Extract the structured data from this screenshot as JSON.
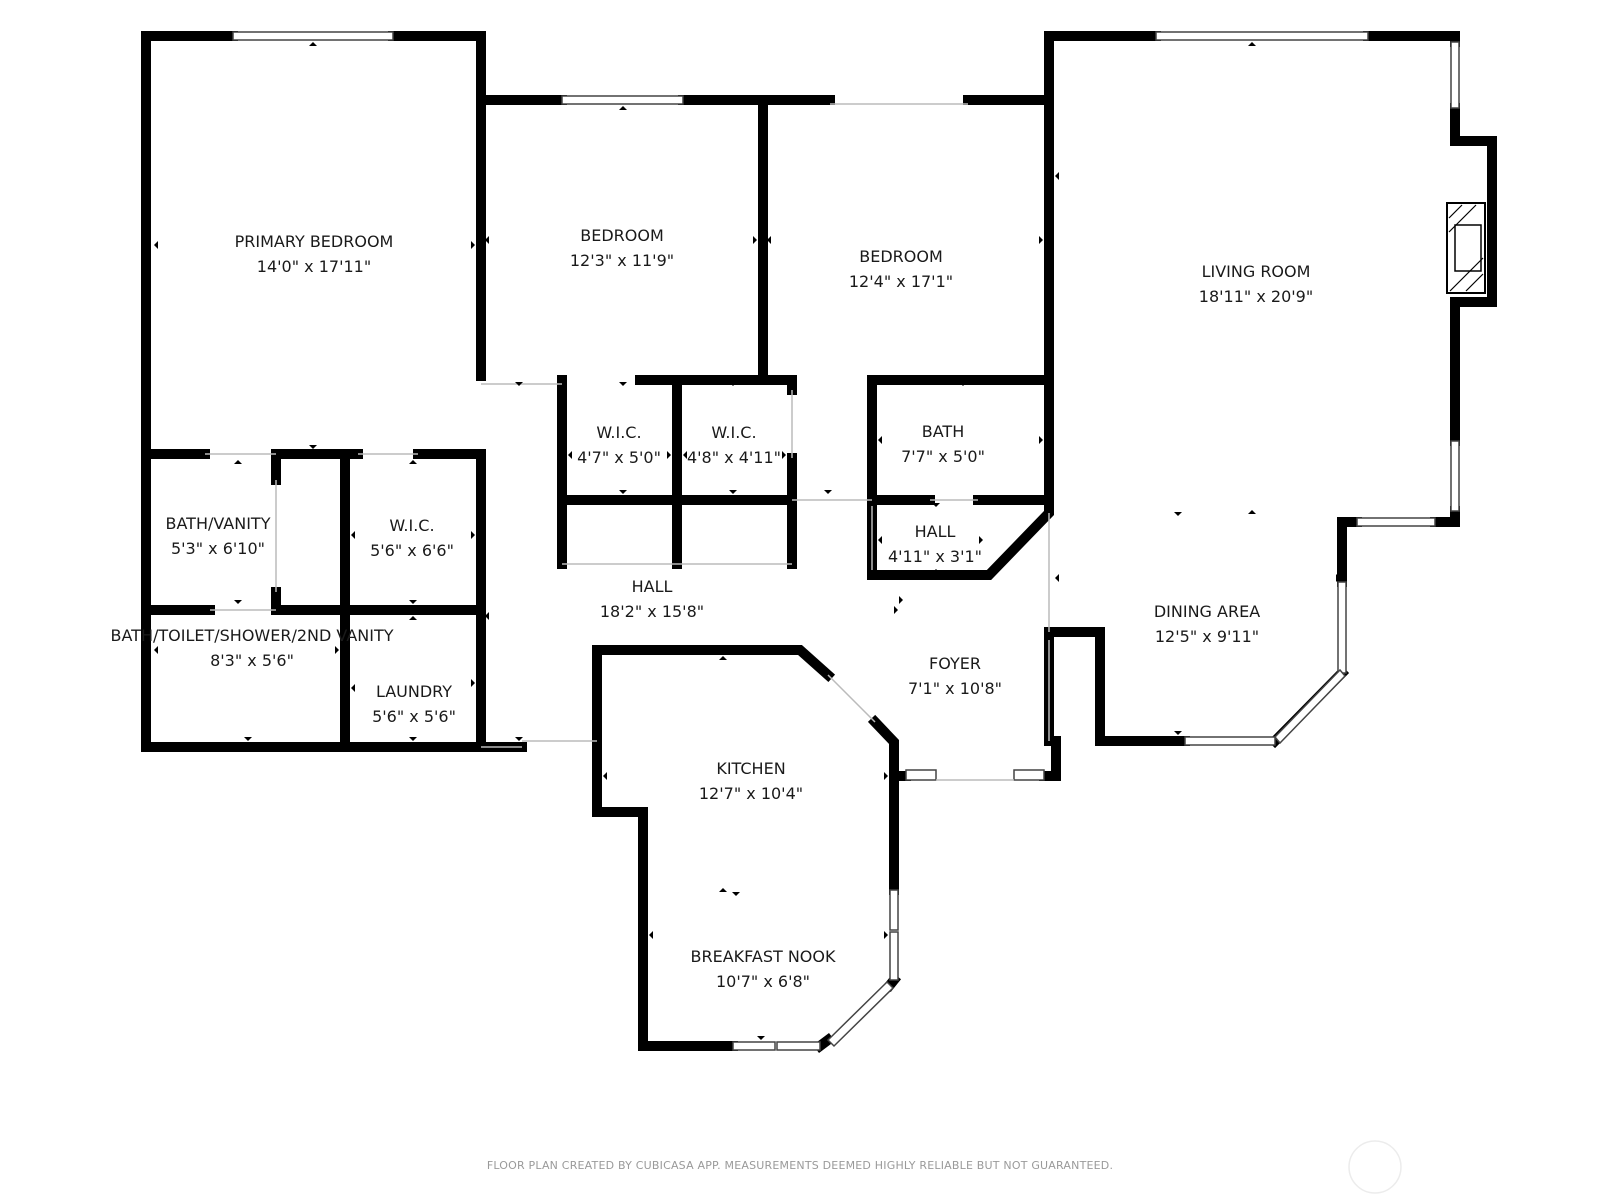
{
  "rooms": {
    "primary_bedroom": {
      "name": "PRIMARY BEDROOM",
      "dims": "14'0\" x 17'11\""
    },
    "bedroom_2": {
      "name": "BEDROOM",
      "dims": "12'3\" x 11'9\""
    },
    "bedroom_3": {
      "name": "BEDROOM",
      "dims": "12'4\" x 17'1\""
    },
    "living_room": {
      "name": "LIVING ROOM",
      "dims": "18'11\" x 20'9\""
    },
    "wic_1": {
      "name": "W.I.C.",
      "dims": "4'7\" x 5'0\""
    },
    "wic_2": {
      "name": "W.I.C.",
      "dims": "4'8\" x 4'11\""
    },
    "bath": {
      "name": "BATH",
      "dims": "7'7\" x 5'0\""
    },
    "bath_vanity": {
      "name": "BATH/VANITY",
      "dims": "5'3\" x 6'10\""
    },
    "wic_3": {
      "name": "W.I.C.",
      "dims": "5'6\" x 6'6\""
    },
    "hall_small": {
      "name": "HALL",
      "dims": "4'11\" x 3'1\""
    },
    "hall_main": {
      "name": "HALL",
      "dims": "18'2\" x 15'8\""
    },
    "dining_area": {
      "name": "DINING AREA",
      "dims": "12'5\" x 9'11\""
    },
    "bath_toilet": {
      "name": "BATH/TOILET/SHOWER/2ND VANITY",
      "dims": "8'3\" x 5'6\""
    },
    "laundry": {
      "name": "LAUNDRY",
      "dims": "5'6\" x 5'6\""
    },
    "foyer": {
      "name": "FOYER",
      "dims": "7'1\" x 10'8\""
    },
    "kitchen": {
      "name": "KITCHEN",
      "dims": "12'7\" x 10'4\""
    },
    "breakfast_nook": {
      "name": "BREAKFAST NOOK",
      "dims": "10'7\" x 6'8\""
    }
  },
  "footer": {
    "disclaimer": "FLOOR PLAN CREATED BY CUBICASA APP. MEASUREMENTS DEEMED HIGHLY RELIABLE BUT NOT GUARANTEED."
  },
  "colors": {
    "wall": "#000000",
    "text": "#1a1a1a",
    "window": "#888888",
    "disclaimer": "#9a9a9a"
  }
}
